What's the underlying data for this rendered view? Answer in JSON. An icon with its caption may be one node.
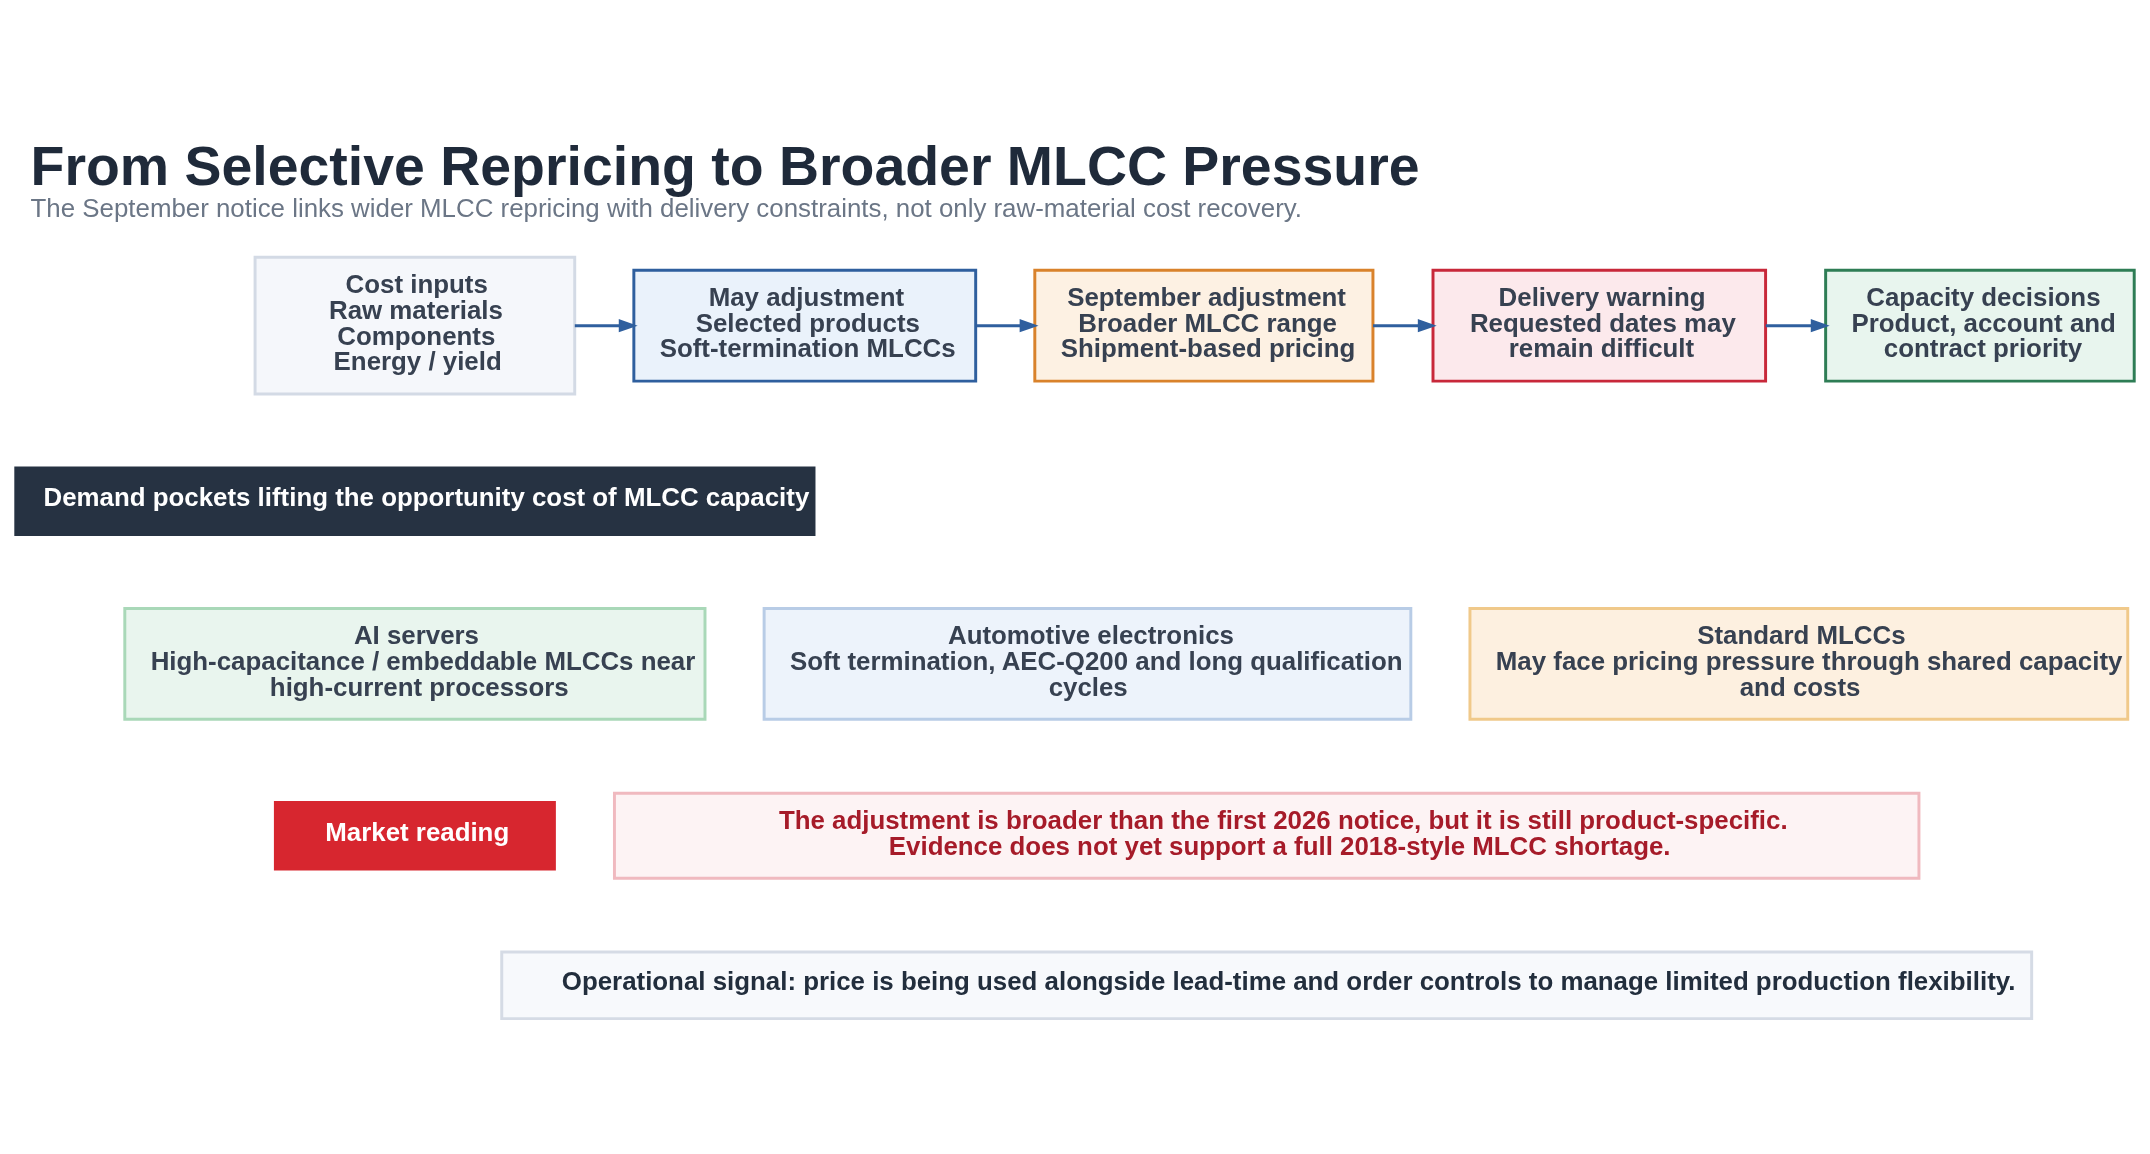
{
  "diagram": {
    "title": "From Selective Repricing to Broader MLCC Pressure",
    "caption": "The September notice links wider MLCC repricing with delivery constraints, not only raw-material cost recovery.",
    "nodes": [
      {
        "text": [
          "Cost inputs",
          "Raw materials",
          "Components",
          "Energy / yield"
        ]
      },
      {
        "text": [
          "May adjustment",
          "Selected products",
          "Soft-termination MLCCs"
        ]
      },
      {
        "text": [
          "September adjustment",
          "Broader MLCC range",
          "Shipment-based pricing"
        ]
      },
      {
        "text": [
          "Delivery warning",
          "Requested dates may remain difficult"
        ]
      },
      {
        "text": [
          "Capacity decisions",
          "Product, account and contract priority"
        ]
      },
      {
        "text": [
          "Demand pockets lifting the opportunity cost of MLCC capacity"
        ]
      },
      {
        "text": [
          "AI servers",
          "High-capacitance / embeddable MLCCs near high-current processors"
        ]
      },
      {
        "text": [
          "Automotive electronics",
          "Soft termination, AEC-Q200 and long qualification cycles"
        ]
      },
      {
        "text": [
          "Standard MLCCs",
          "May face pricing pressure through shared capacity and costs"
        ]
      },
      {
        "text": [
          "Market reading"
        ]
      },
      {
        "text": [
          "The adjustment is broader than the first 2026 notice, but it is still product-specific. Evidence does not yet support a full 2018-style MLCC shortage."
        ]
      },
      {
        "text": [
          "Operational signal: price is being used alongside lead-time and order controls to manage limited production flexibility."
        ]
      }
    ],
    "edges": [
      {
        "from": 0,
        "to": 1,
        "arrow": "to"
      },
      {
        "from": 1,
        "to": 2,
        "arrow": "to"
      },
      {
        "from": 2,
        "to": 3,
        "arrow": "to"
      },
      {
        "from": 3,
        "to": 4,
        "arrow": "to"
      }
    ]
  }
}
